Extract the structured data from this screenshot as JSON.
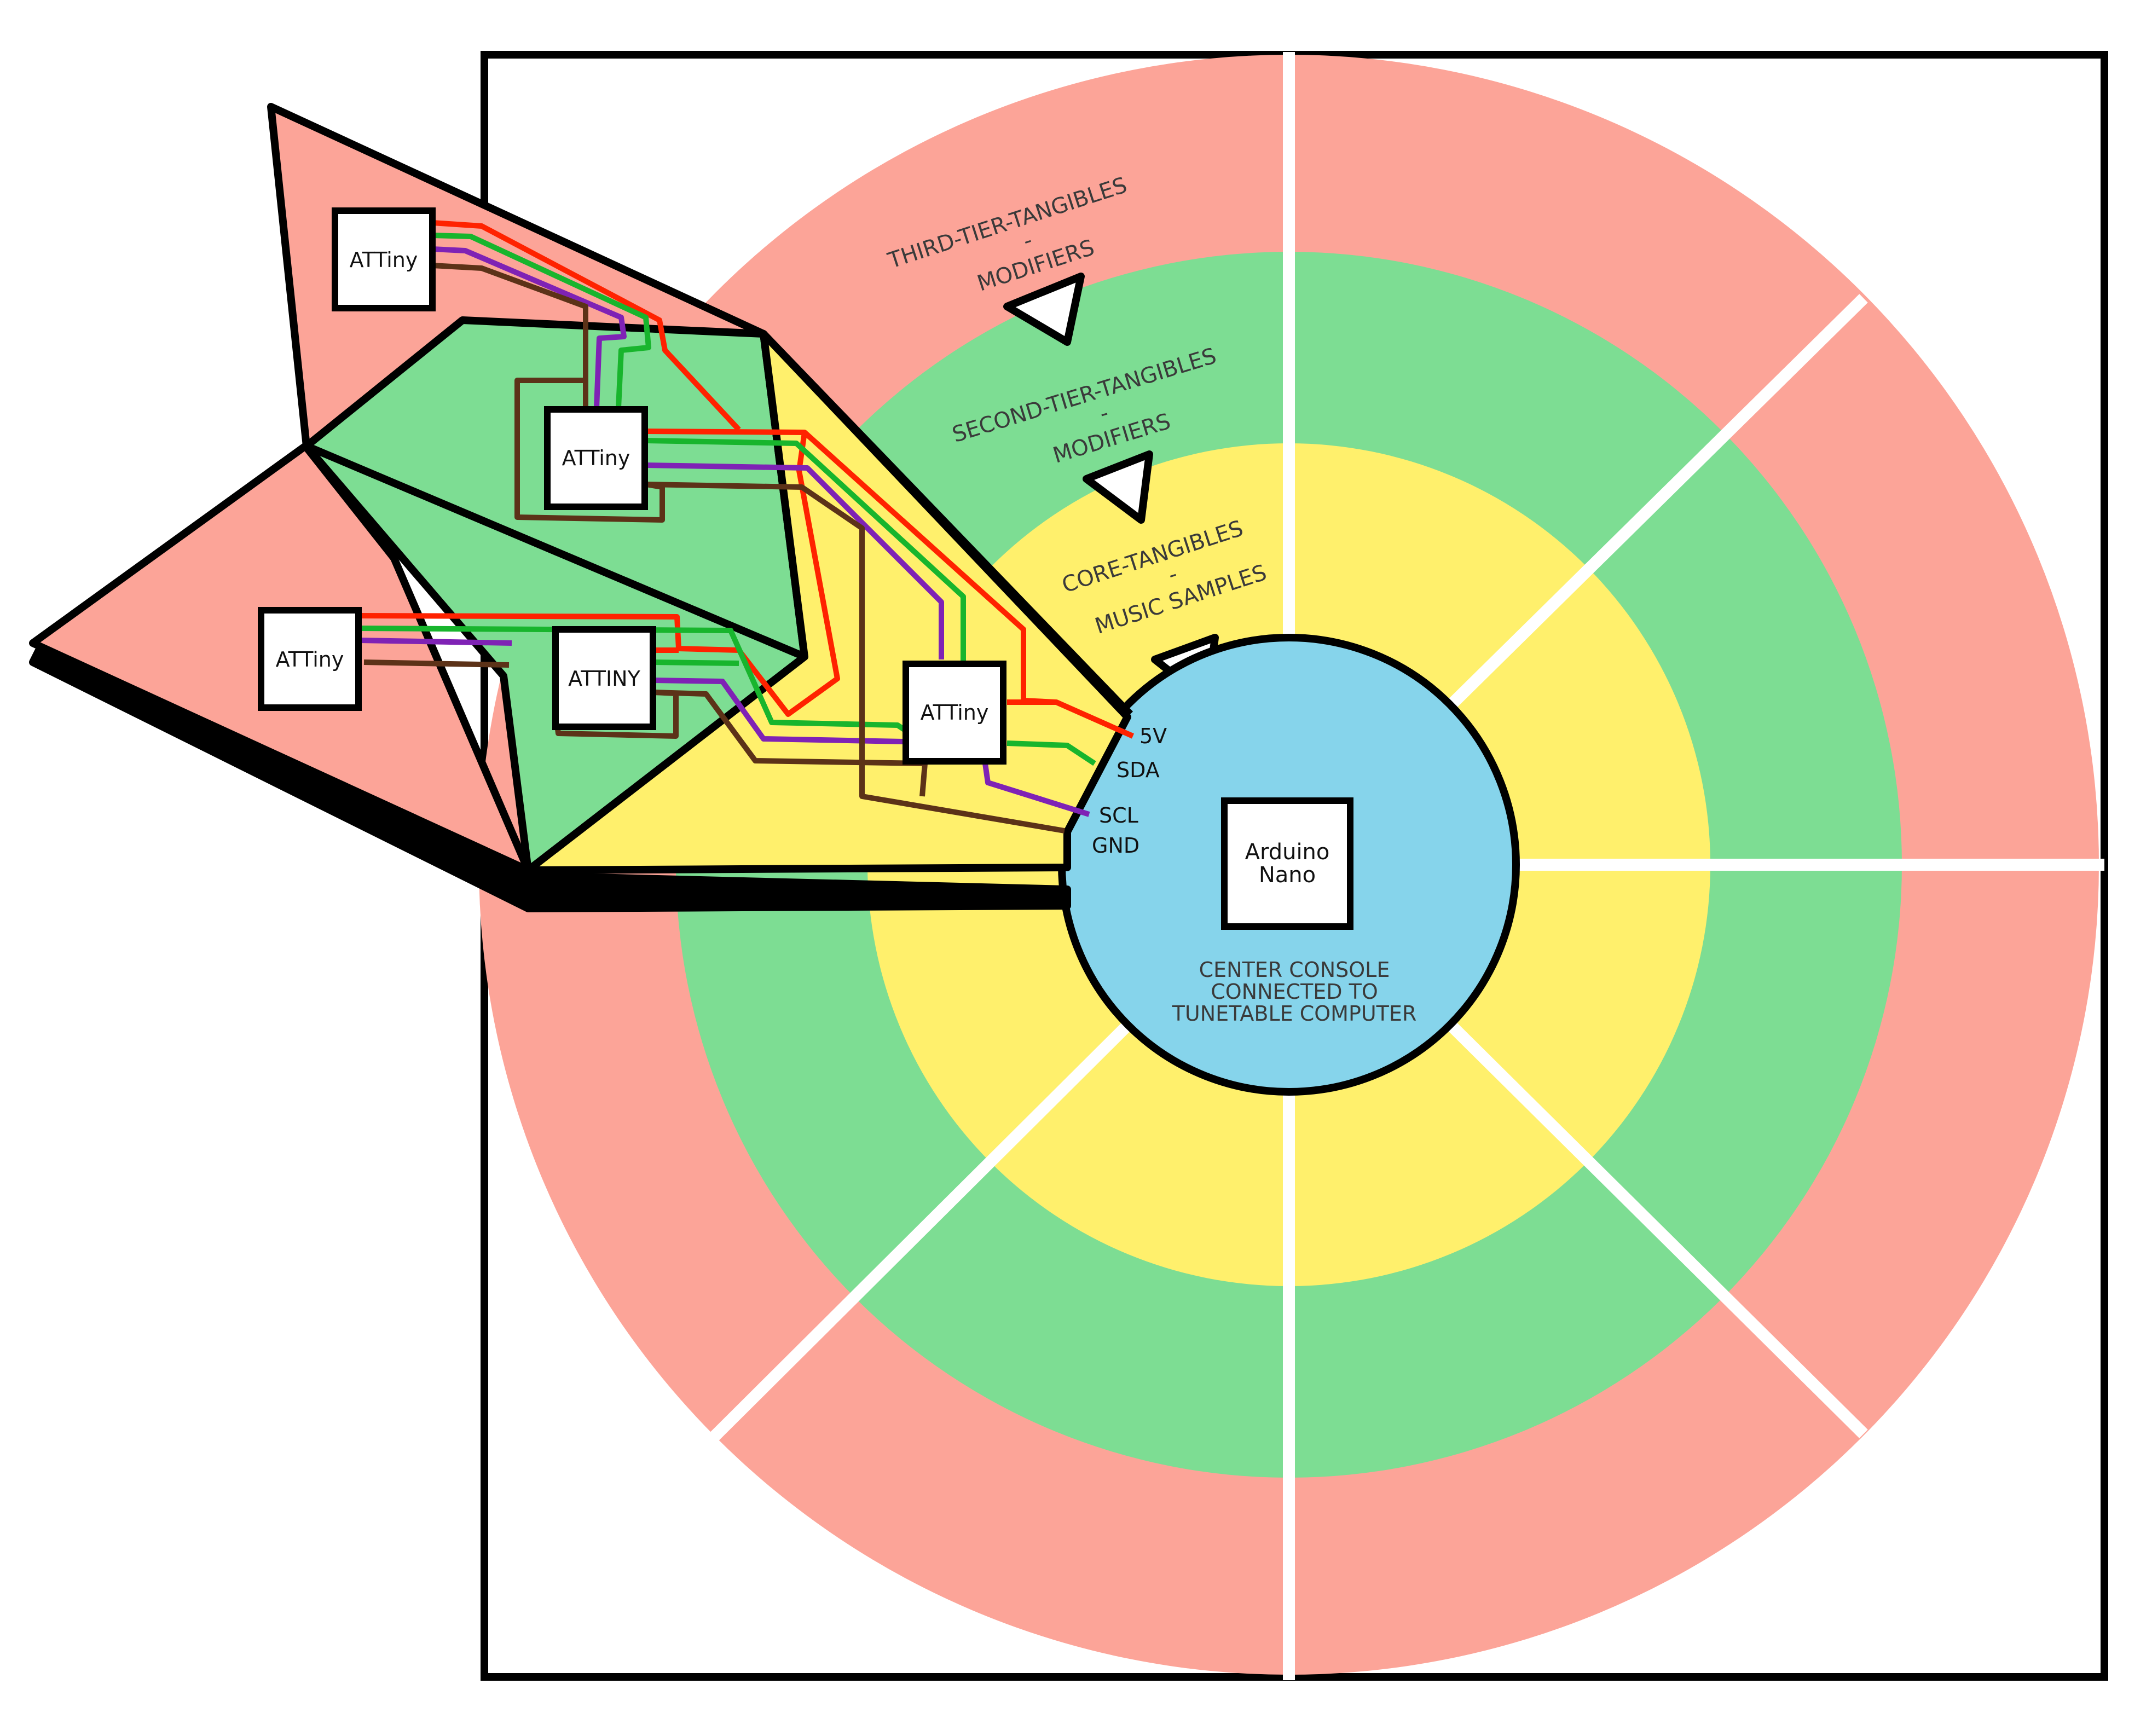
{
  "colors": {
    "outer_ring": "#FCA498",
    "middle_ring": "#7DDD93",
    "inner_ring": "#FFF06C",
    "center_console": "#86D4EB",
    "wire_5v": "#FF2200",
    "wire_sda": "#18B52D",
    "wire_scl": "#7F22B5",
    "wire_gnd": "#5C3218",
    "outline": "#000000"
  },
  "rings": {
    "third_tier": [
      "THIRD-TIER-TANGIBLES",
      "-",
      "MODIFIERS"
    ],
    "second_tier": [
      "SECOND-TIER-TANGIBLES",
      "-",
      "MODIFIERS"
    ],
    "core": [
      "CORE-TANGIBLES",
      "-",
      "MUSIC SAMPLES"
    ]
  },
  "center": {
    "board_lines": [
      "Arduino",
      "Nano"
    ],
    "caption_lines": [
      "CENTER CONSOLE",
      "CONNECTED TO",
      "TUNETABLE COMPUTER"
    ]
  },
  "pins": {
    "v5": "5V",
    "sda": "SDA",
    "scl": "SCL",
    "gnd": "GND"
  },
  "chips": {
    "top_left": "ATTiny",
    "upper_middle": "ATTiny",
    "left": "ATTiny",
    "middle": "ATTINY",
    "right": "ATTiny"
  }
}
